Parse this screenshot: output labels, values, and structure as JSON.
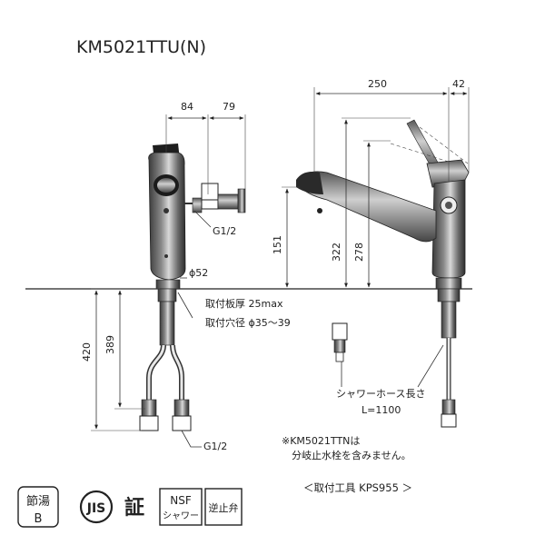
{
  "title": "KM5021TTU(N)",
  "dimensions": {
    "d84": "84",
    "d79": "79",
    "d250": "250",
    "d42": "42",
    "d151": "151",
    "d322": "322",
    "d278": "278",
    "d420": "420",
    "d389": "389",
    "phi52": "ϕ52"
  },
  "thread_top": "G1/2",
  "thread_bottom": "G1/2",
  "mount_thickness": "取付板厚 25max",
  "mount_hole": "取付穴径 ϕ35～39",
  "hose_label": "シャワーホース長さ",
  "hose_length": "L=1100",
  "note_line1": "※KM5021TTNは",
  "note_line2": "分岐止水栓を含みません。",
  "tool_note": "＜取付工具 KPS955 ＞",
  "badges": {
    "setsuyu_top": "節湯",
    "setsuyu_bottom": "B",
    "jis": "JIS",
    "sho": "証",
    "nsf_top": "NSF",
    "nsf_bottom": "シャワー",
    "check_valve": "逆止弁"
  }
}
